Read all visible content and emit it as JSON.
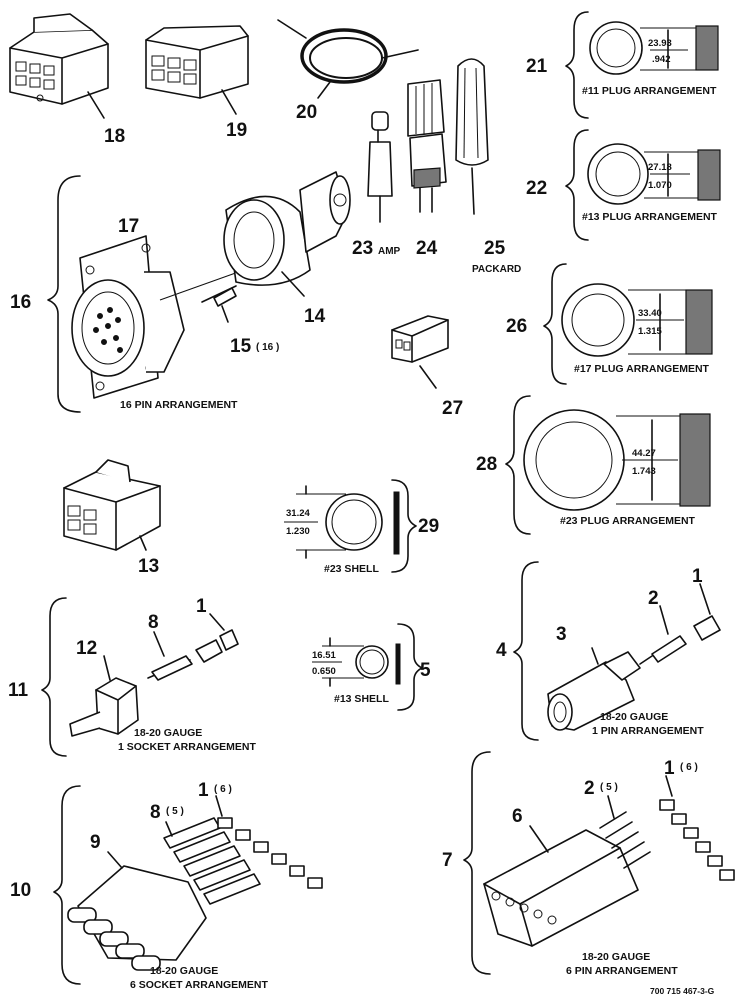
{
  "items": {
    "n1a": "1",
    "n1b": "1",
    "n1c": "1",
    "n1d": "1",
    "n1c_qty": "( 6 )",
    "n1d_qty": "( 6 )",
    "n2a": "2",
    "n2b": "2",
    "n2b_qty": "( 5 )",
    "n3": "3",
    "n4": "4",
    "n5": "5",
    "n6": "6",
    "n7": "7",
    "n8a": "8",
    "n8b": "8",
    "n8b_qty": "( 5 )",
    "n9": "9",
    "n10": "10",
    "n11": "11",
    "n12": "12",
    "n13": "13",
    "n14": "14",
    "n15": "15",
    "n15_qty": "( 16 )",
    "n16": "16",
    "n17": "17",
    "n18": "18",
    "n19": "19",
    "n20": "20",
    "n21": "21",
    "n22": "22",
    "n23": "23",
    "n24": "24",
    "n25": "25",
    "n26": "26",
    "n27": "27",
    "n28": "28",
    "n29": "29"
  },
  "sublabels": {
    "amp": "AMP",
    "packard": "PACKARD"
  },
  "captions": {
    "pin16": "16 PIN ARRANGEMENT",
    "plug11": "#11 PLUG ARRANGEMENT",
    "plug13": "#13 PLUG ARRANGEMENT",
    "plug17": "#17 PLUG ARRANGEMENT",
    "plug23": "#23 PLUG ARRANGEMENT",
    "shell23": "#23 SHELL",
    "shell13": "#13 SHELL",
    "g1s_a": "18-20 GAUGE",
    "g1s_b": "1 SOCKET ARRANGEMENT",
    "g1p_a": "18-20 GAUGE",
    "g1p_b": "1 PIN ARRANGEMENT",
    "g6s_a": "18-20 GAUGE",
    "g6s_b": "6 SOCKET ARRANGEMENT",
    "g6p_a": "18-20 GAUGE",
    "g6p_b": "6 PIN ARRANGEMENT"
  },
  "dimensions": {
    "d21_mm": "23.93",
    "d21_in": ".942",
    "d22_mm": "27.18",
    "d22_in": "1.070",
    "d26_mm": "33.40",
    "d26_in": "1.315",
    "d28_mm": "44.27",
    "d28_in": "1.743",
    "d29_mm": "31.24",
    "d29_in": "1.230",
    "d5_mm": "16.51",
    "d5_in": "0.650"
  },
  "footer": {
    "drawing_id": "700 715 467-3-G"
  }
}
